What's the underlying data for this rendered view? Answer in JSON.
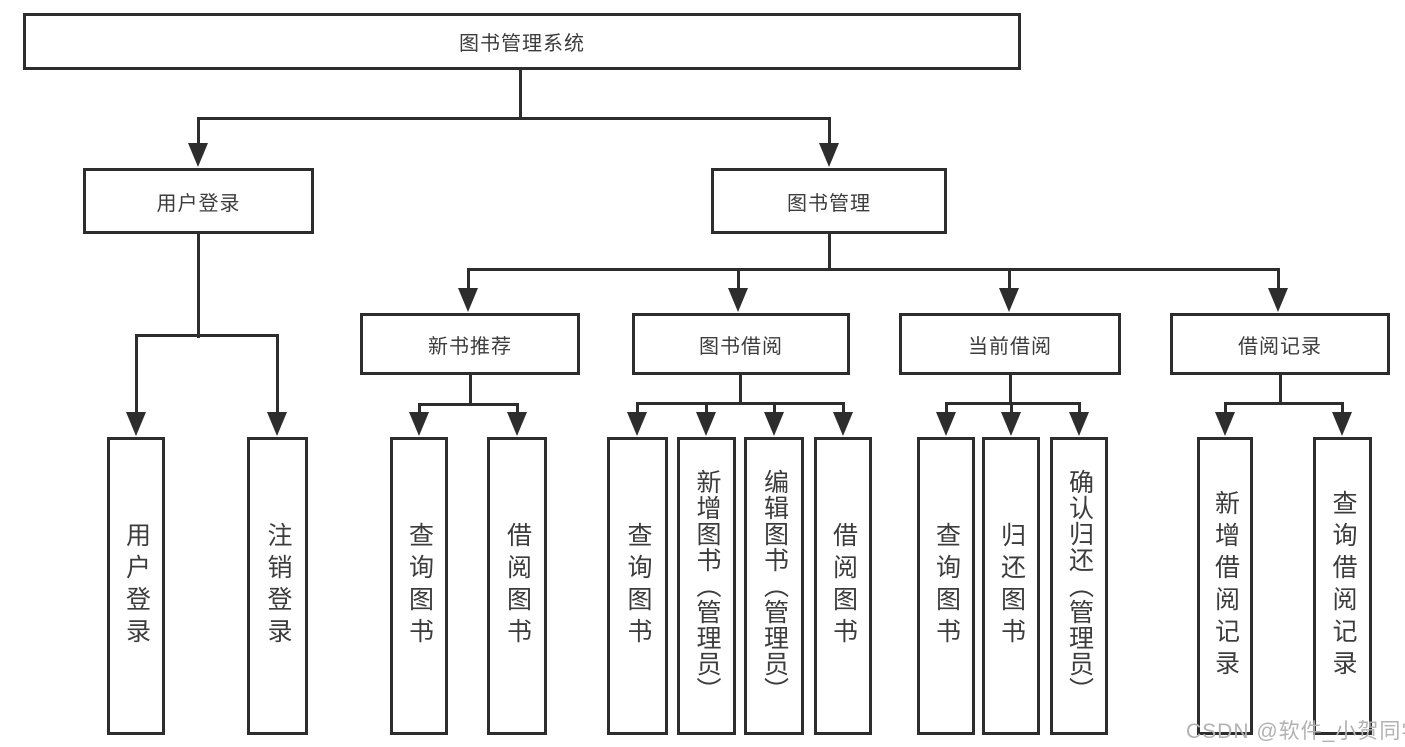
{
  "tree": {
    "root": {
      "label": "图书管理系统"
    },
    "branches": [
      {
        "label": "用户登录",
        "children": [
          {
            "label": "用户登录"
          },
          {
            "label": "注销登录"
          }
        ]
      },
      {
        "label": "图书管理",
        "children": [
          {
            "label": "新书推荐",
            "children": [
              {
                "label": "查询图书"
              },
              {
                "label": "借阅图书"
              }
            ]
          },
          {
            "label": "图书借阅",
            "children": [
              {
                "label": "查询图书"
              },
              {
                "label": "新增图书（管理员）"
              },
              {
                "label": "编辑图书（管理员）"
              },
              {
                "label": "借阅图书"
              }
            ]
          },
          {
            "label": "当前借阅",
            "children": [
              {
                "label": "查询图书"
              },
              {
                "label": "归还图书"
              },
              {
                "label": "确认归还（管理员）"
              }
            ]
          },
          {
            "label": "借阅记录",
            "children": [
              {
                "label": "新增借阅记录"
              },
              {
                "label": "查询借阅记录"
              }
            ]
          }
        ]
      }
    ]
  },
  "watermark": {
    "text": "CSDN @软件_小贺同学"
  },
  "colors": {
    "line": "#2d2d2d",
    "text": "#3c3c3c",
    "watermark": "#b2b2b2",
    "background": "#ffffff"
  }
}
